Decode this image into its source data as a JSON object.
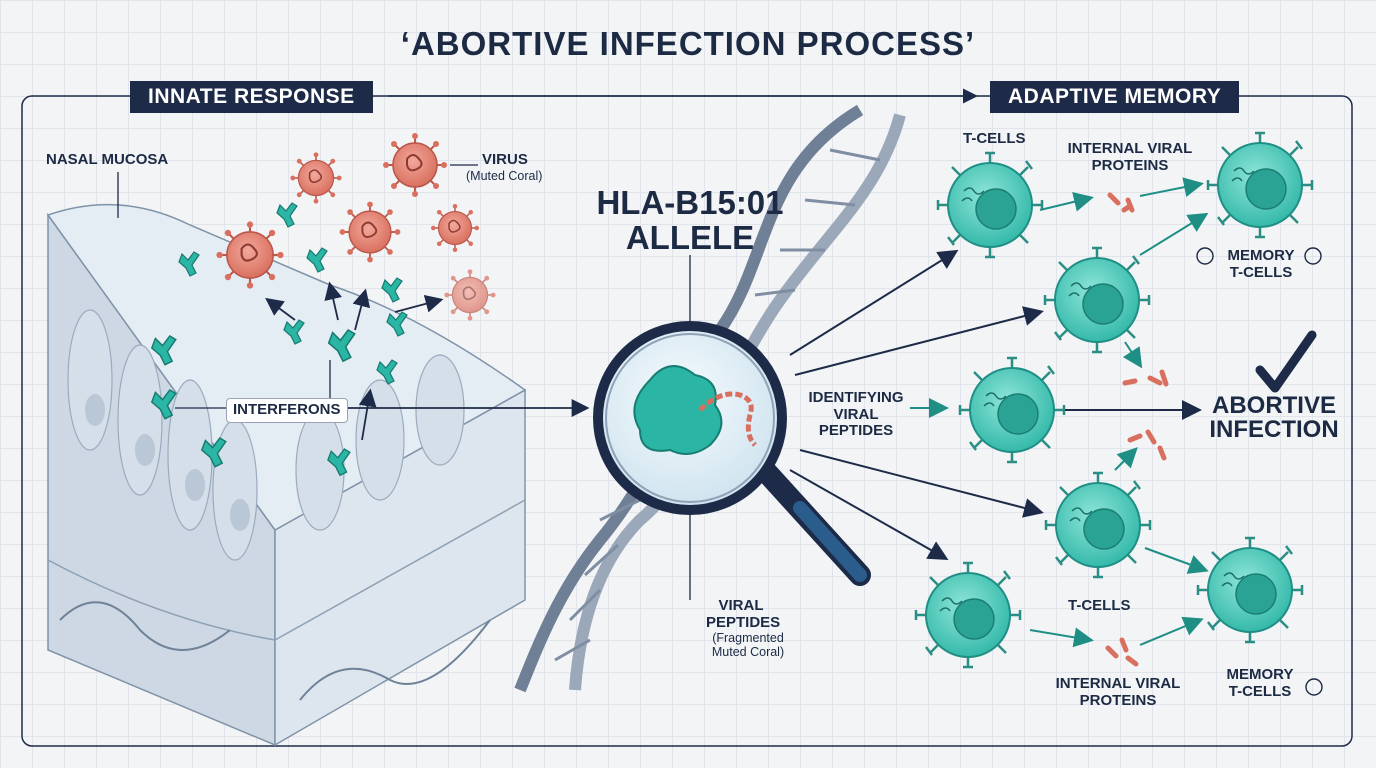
{
  "title": "‘ABORTIVE INFECTION PROCESS’",
  "banners": {
    "innate": "INNATE RESPONSE",
    "adaptive": "ADAPTIVE MEMORY"
  },
  "labels": {
    "nasal_mucosa": "NASAL MUCOSA",
    "virus": "VIRUS",
    "virus_note": "(Muted Coral)",
    "interferons": "INTERFERONS",
    "hla_line1": "HLA-B15:01",
    "hla_line2": "ALLELE",
    "viral_peptides_line1": "VIRAL",
    "viral_peptides_line2": "PEPTIDES",
    "viral_peptides_note1": "(Fragmented",
    "viral_peptides_note2": "Muted Coral)",
    "identifying_line1": "IDENTIFYING",
    "identifying_line2": "VIRAL",
    "identifying_line3": "PEPTIDES",
    "tcells_top": "T-CELLS",
    "internal_top_line1": "INTERNAL VIRAL",
    "internal_top_line2": "PROTEINS",
    "memory_top_line1": "MEMORY",
    "memory_top_line2": "T-CELLS",
    "abortive_line1": "ABORTIVE",
    "abortive_line2": "INFECTION",
    "tcells_bottom": "T-CELLS",
    "internal_bottom_line1": "INTERNAL VIRAL",
    "internal_bottom_line2": "PROTEINS",
    "memory_bottom_line1": "MEMORY",
    "memory_bottom_line2": "T-CELLS"
  },
  "colors": {
    "navy": "#1e2b48",
    "virus_coral": "#e07a6e",
    "interferon_teal": "#2bb5a4",
    "tcell_teal": "#4fd1c1",
    "tissue_blue": "#c9d6e3"
  }
}
